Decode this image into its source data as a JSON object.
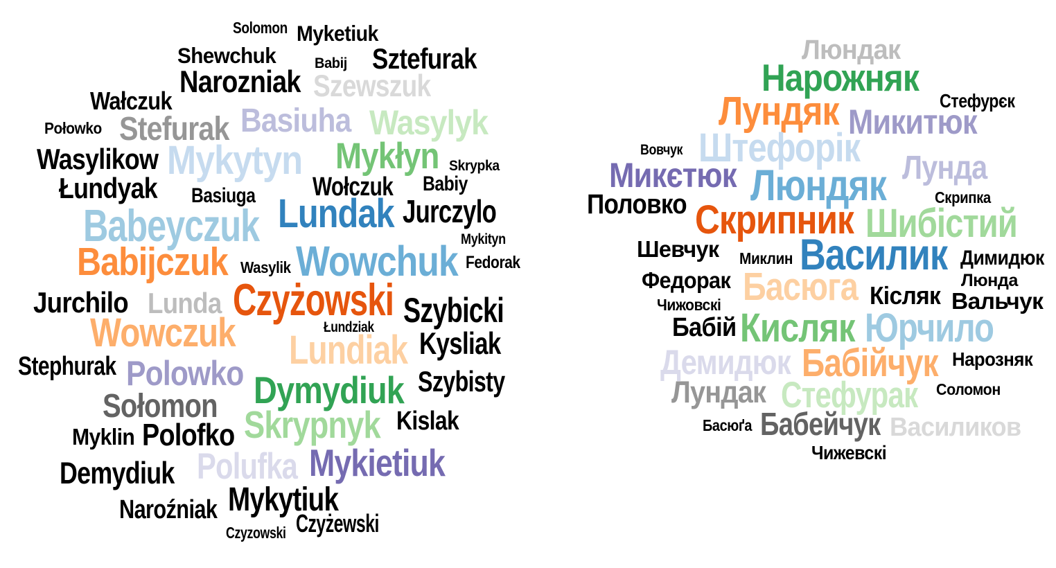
{
  "clouds": [
    {
      "name": "latin-surnames",
      "words": [
        {
          "text": "Solomon",
          "color": "#000000"
        },
        {
          "text": "Myketiuk",
          "color": "#000000"
        },
        {
          "text": "Shewchuk",
          "color": "#000000"
        },
        {
          "text": "Babij",
          "color": "#000000"
        },
        {
          "text": "Sztefurak",
          "color": "#000000"
        },
        {
          "text": "Narozniak",
          "color": "#000000"
        },
        {
          "text": "Szewszuk",
          "color": "#d9d9d9"
        },
        {
          "text": "Wałczuk",
          "color": "#000000"
        },
        {
          "text": "Połowko",
          "color": "#000000"
        },
        {
          "text": "Stefurak",
          "color": "#969696"
        },
        {
          "text": "Basiuha",
          "color": "#bcbddc"
        },
        {
          "text": "Wasylyk",
          "color": "#c7e9c0"
        },
        {
          "text": "Wasylikow",
          "color": "#000000"
        },
        {
          "text": "Mykytyn",
          "color": "#c6dbef"
        },
        {
          "text": "Mykłyn",
          "color": "#74c476"
        },
        {
          "text": "Skrypka",
          "color": "#000000"
        },
        {
          "text": "Łundyak",
          "color": "#000000"
        },
        {
          "text": "Basiuga",
          "color": "#000000"
        },
        {
          "text": "Wołczuk",
          "color": "#000000"
        },
        {
          "text": "Babiy",
          "color": "#000000"
        },
        {
          "text": "Lundak",
          "color": "#3182bd"
        },
        {
          "text": "Jurczylo",
          "color": "#000000"
        },
        {
          "text": "Babeyczuk",
          "color": "#9ecae1"
        },
        {
          "text": "Mykityn",
          "color": "#000000"
        },
        {
          "text": "Babijczuk",
          "color": "#fd8d3c"
        },
        {
          "text": "Wasylik",
          "color": "#000000"
        },
        {
          "text": "Wowchuk",
          "color": "#6baed6"
        },
        {
          "text": "Fedorak",
          "color": "#000000"
        },
        {
          "text": "Jurchilo",
          "color": "#000000"
        },
        {
          "text": "Lunda",
          "color": "#bdbdbd"
        },
        {
          "text": "Czyżowski",
          "color": "#e6550d"
        },
        {
          "text": "Szybicki",
          "color": "#000000"
        },
        {
          "text": "Łundziak",
          "color": "#000000"
        },
        {
          "text": "Wowczuk",
          "color": "#fdae6b"
        },
        {
          "text": "Kysliak",
          "color": "#000000"
        },
        {
          "text": "Lundiak",
          "color": "#fdd0a2"
        },
        {
          "text": "Stephurak",
          "color": "#000000"
        },
        {
          "text": "Polowko",
          "color": "#9e9ac8"
        },
        {
          "text": "Szybisty",
          "color": "#000000"
        },
        {
          "text": "Dymydiuk",
          "color": "#31a354"
        },
        {
          "text": "Sołomon",
          "color": "#636363"
        },
        {
          "text": "Skrypnyk",
          "color": "#a1d99b"
        },
        {
          "text": "Kislak",
          "color": "#000000"
        },
        {
          "text": "Myklin",
          "color": "#000000"
        },
        {
          "text": "Polofko",
          "color": "#000000"
        },
        {
          "text": "Demydiuk",
          "color": "#000000"
        },
        {
          "text": "Polufka",
          "color": "#dadaeb"
        },
        {
          "text": "Mykietiuk",
          "color": "#756bb1"
        },
        {
          "text": "Mykytiuk",
          "color": "#000000"
        },
        {
          "text": "Naroźniak",
          "color": "#000000"
        },
        {
          "text": "Czyzowski",
          "color": "#000000"
        },
        {
          "text": "Czyżewski",
          "color": "#000000"
        }
      ]
    },
    {
      "name": "cyrillic-surnames",
      "words": [
        {
          "text": "Люндак",
          "color": "#bdbdbd"
        },
        {
          "text": "Нарожняк",
          "color": "#31a354"
        },
        {
          "text": "Стефурєк",
          "color": "#000000"
        },
        {
          "text": "Лундяк",
          "color": "#fd8d3c"
        },
        {
          "text": "Микитюк",
          "color": "#9e9ac8"
        },
        {
          "text": "Вовчук",
          "color": "#000000"
        },
        {
          "text": "Штефорік",
          "color": "#c6dbef"
        },
        {
          "text": "Лунда",
          "color": "#bcbddc"
        },
        {
          "text": "Микєтюк",
          "color": "#756bb1"
        },
        {
          "text": "Люндяк",
          "color": "#6baed6"
        },
        {
          "text": "Скрипка",
          "color": "#000000"
        },
        {
          "text": "Половко",
          "color": "#000000"
        },
        {
          "text": "Скрипник",
          "color": "#e6550d"
        },
        {
          "text": "Шибістий",
          "color": "#a1d99b"
        },
        {
          "text": "Шевчук",
          "color": "#000000"
        },
        {
          "text": "Миклин",
          "color": "#000000"
        },
        {
          "text": "Василик",
          "color": "#3182bd"
        },
        {
          "text": "Димидюк",
          "color": "#000000"
        },
        {
          "text": "Федорак",
          "color": "#000000"
        },
        {
          "text": "Басюга",
          "color": "#fdd0a2"
        },
        {
          "text": "Люнда",
          "color": "#000000"
        },
        {
          "text": "Чижовскі",
          "color": "#000000"
        },
        {
          "text": "Кісляк",
          "color": "#000000"
        },
        {
          "text": "Вальчук",
          "color": "#000000"
        },
        {
          "text": "Бабій",
          "color": "#000000"
        },
        {
          "text": "Кисляк",
          "color": "#74c476"
        },
        {
          "text": "Юрчило",
          "color": "#9ecae1"
        },
        {
          "text": "Демидюк",
          "color": "#dadaeb"
        },
        {
          "text": "Бабійчук",
          "color": "#fdae6b"
        },
        {
          "text": "Нарозняк",
          "color": "#000000"
        },
        {
          "text": "Лундак",
          "color": "#969696"
        },
        {
          "text": "Стефурак",
          "color": "#c7e9c0"
        },
        {
          "text": "Соломон",
          "color": "#000000"
        },
        {
          "text": "Басюґа",
          "color": "#000000"
        },
        {
          "text": "Бабейчук",
          "color": "#636363"
        },
        {
          "text": "Василиков",
          "color": "#d9d9d9"
        },
        {
          "text": "Чижевскі",
          "color": "#000000"
        }
      ]
    }
  ]
}
